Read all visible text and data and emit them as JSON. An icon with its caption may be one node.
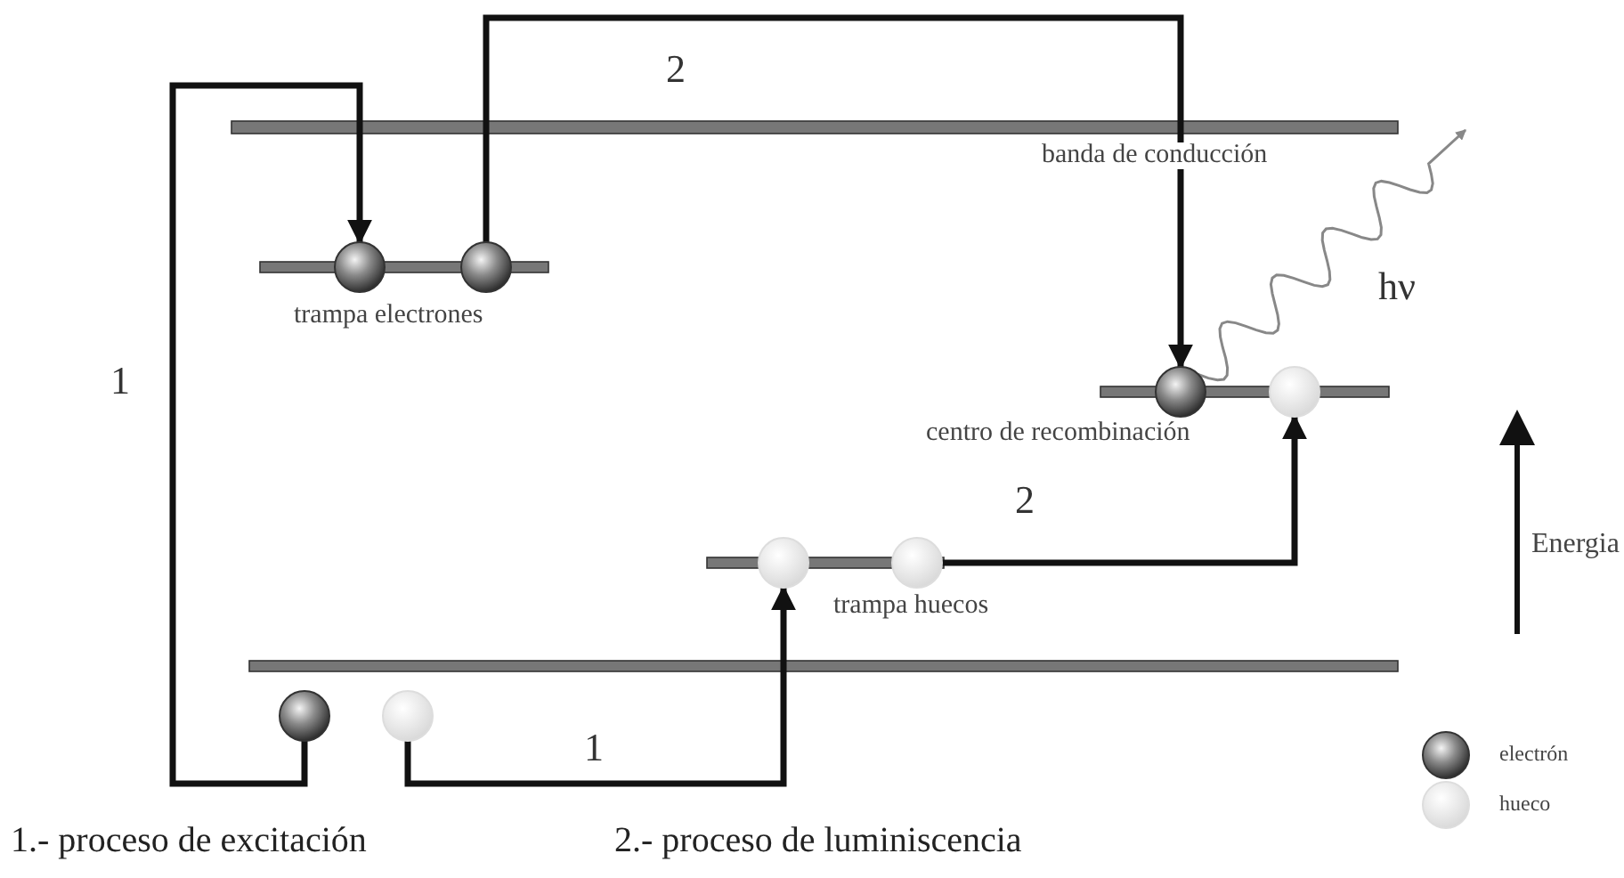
{
  "diagram": {
    "nodes": [
      {
        "text": [],
        "shape": "circle"
      },
      {
        "text": [],
        "shape": "circle"
      },
      {
        "text": [],
        "shape": "circle"
      },
      {
        "text": [],
        "shape": "circle"
      },
      {
        "text": [],
        "shape": "circle"
      },
      {
        "text": [],
        "shape": "circle"
      },
      {
        "text": [],
        "shape": "circle"
      },
      {
        "text": [],
        "shape": "circle"
      }
    ],
    "edges": [
      {
        "from": 0,
        "to": 2,
        "arrow": "to",
        "label": "1"
      },
      {
        "from": 1,
        "to": 6,
        "arrow": "to",
        "label": "1"
      },
      {
        "from": 3,
        "to": 4,
        "arrow": "to",
        "label": "2"
      },
      {
        "from": 7,
        "to": 5,
        "arrow": "to",
        "label": "2"
      },
      {
        "from": 4,
        "to": null,
        "arrow": "to",
        "label": "hν",
        "color": "#888888"
      }
    ],
    "labels": [
      "banda de conducción",
      "trampa electrones",
      "centro de recombinación",
      "trampa huecos",
      "Energia",
      "1.- proceso de excitación",
      "2.- proceso de luminiscencia"
    ],
    "legend": [
      {
        "text": "electrón"
      },
      {
        "text": "hueco"
      }
    ]
  }
}
